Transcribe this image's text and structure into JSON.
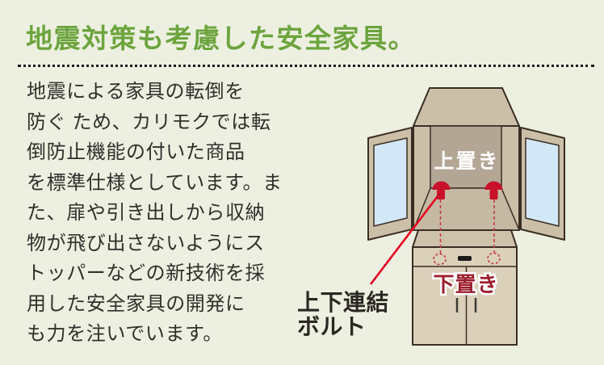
{
  "page": {
    "background": "#edf0e1"
  },
  "header": {
    "title": "地震対策も考慮した安全家具。",
    "title_color": "#6ca43d"
  },
  "body": {
    "paragraph": [
      "地震による家具の転倒を",
      "防ぐ ため、カリモクでは転",
      "倒防止機能の付いた商品",
      "を標準仕様としています。ま",
      "た、扉や引き出しから収納",
      "物が飛び出さないようにス",
      "トッパーなどの新技術を採",
      "用した安全家具の開発に",
      "も力を注いでいます。"
    ]
  },
  "diagram": {
    "upper_label": "上置き",
    "lower_label": "下置き",
    "bolt_label": [
      "上下連結",
      "ボルト"
    ],
    "colors": {
      "cabinet_beige": "#cbbfa8",
      "interior_back": "#b3a695",
      "interior_floor": "#c6b9a3",
      "door_glass": "#d3e8f7",
      "lower_top": "#cfc2ab",
      "lower_front": "#dbd0ba",
      "outline": "#3a2d23",
      "bolt_red": "#c9112a",
      "dashed_red": "#c23b44",
      "pointer_red": "#e60020",
      "lower_label_red": "#9c1f2e",
      "handle_black": "#1a1a1a"
    }
  }
}
